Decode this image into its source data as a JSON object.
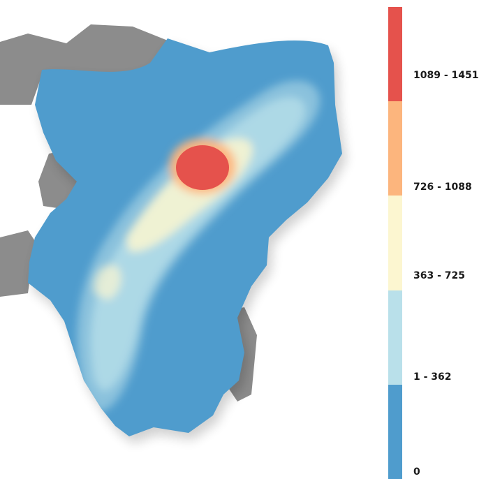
{
  "legend": {
    "classes": [
      {
        "label": "1089 - 1451",
        "color": "#e5524c"
      },
      {
        "label": "726 - 1088",
        "color": "#fcb57d"
      },
      {
        "label": "363 - 725",
        "color": "#fcf6d0"
      },
      {
        "label": "1 - 362",
        "color": "#b9e0ea"
      },
      {
        "label": "0",
        "color": "#4f9ccd"
      }
    ]
  },
  "map": {
    "land_color": "#8c8c8c",
    "region_base_color": "#4f9ccd"
  }
}
